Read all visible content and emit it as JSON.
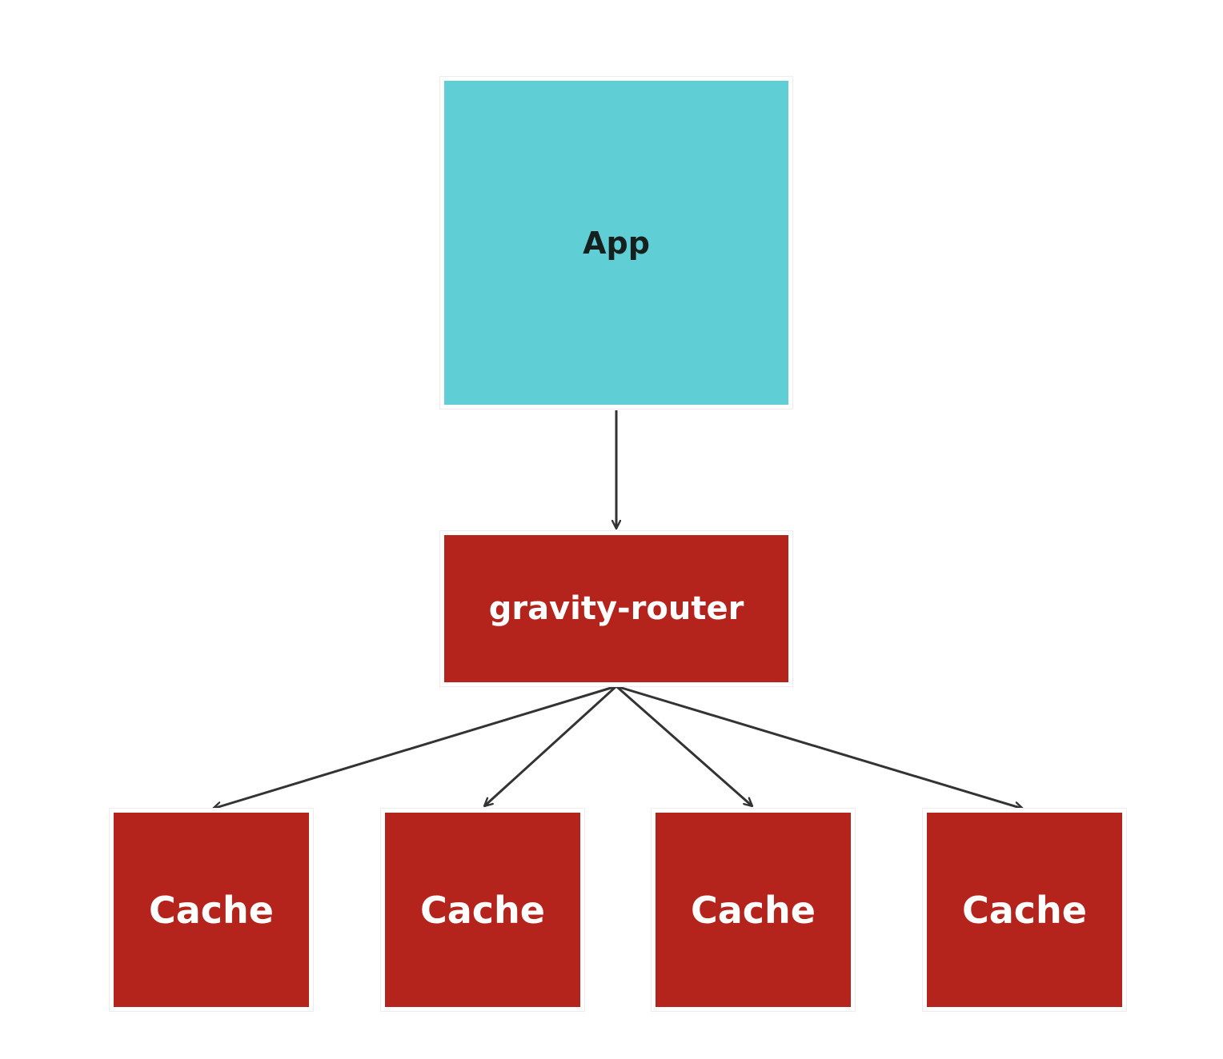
{
  "colors": {
    "background": "#ffffff",
    "app_fill": "#5fced5",
    "app_text": "#16211f",
    "node_fill": "#b5241c",
    "node_text": "#ffffff",
    "edge": "#333333"
  },
  "nodes": {
    "app": {
      "label": "App"
    },
    "router": {
      "label": "gravity-router"
    },
    "caches": [
      {
        "label": "Cache"
      },
      {
        "label": "Cache"
      },
      {
        "label": "Cache"
      },
      {
        "label": "Cache"
      }
    ]
  },
  "edges": [
    {
      "from": "App",
      "to": "gravity-router"
    },
    {
      "from": "gravity-router",
      "to": "Cache 1"
    },
    {
      "from": "gravity-router",
      "to": "Cache 2"
    },
    {
      "from": "gravity-router",
      "to": "Cache 3"
    },
    {
      "from": "gravity-router",
      "to": "Cache 4"
    }
  ]
}
